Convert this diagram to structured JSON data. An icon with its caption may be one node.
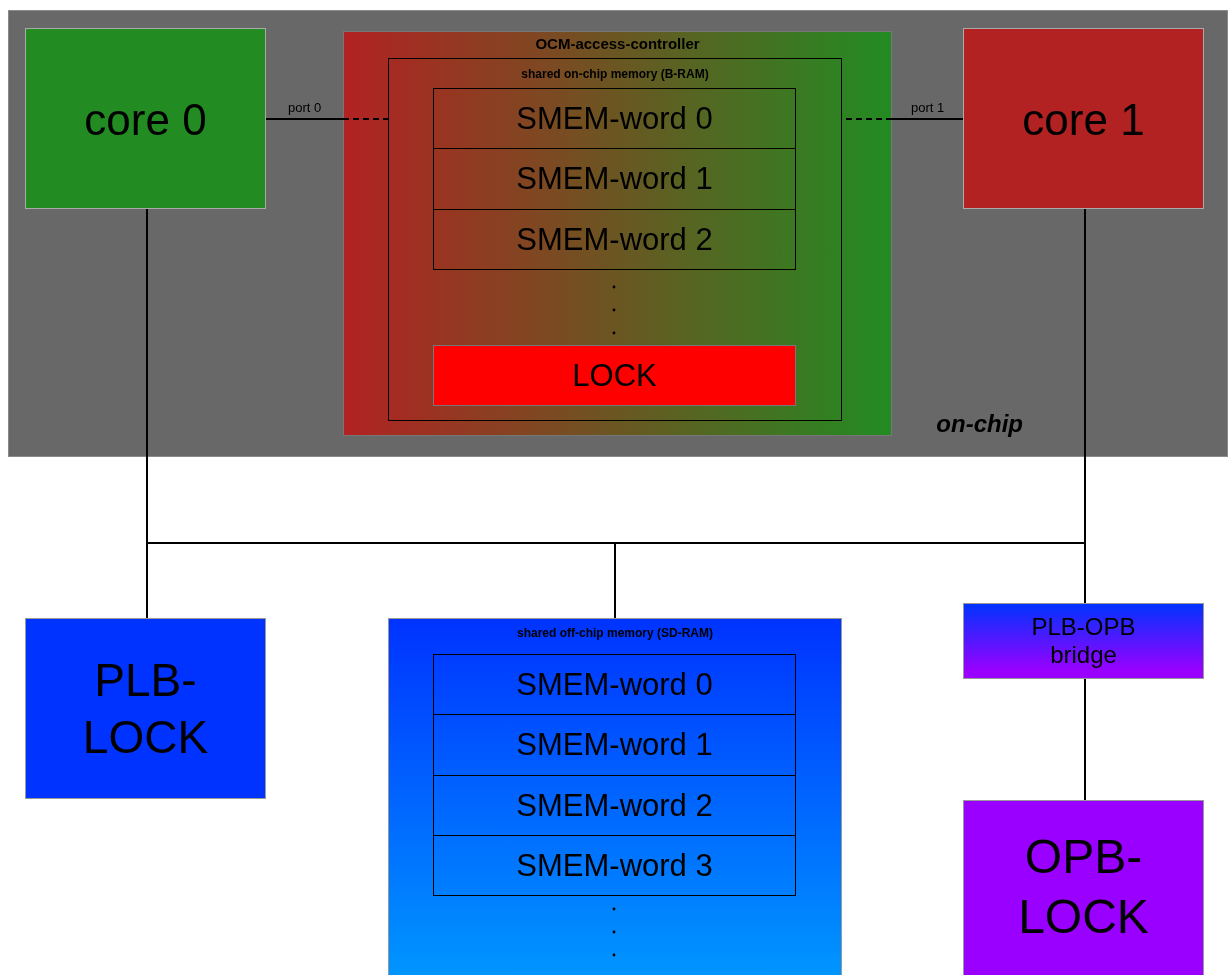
{
  "diagram": {
    "nodes": [
      {
        "text": [
          "on-chip"
        ]
      },
      {
        "text": [
          "core 0"
        ],
        "in": 0
      },
      {
        "text": [
          "OCM-access-controller"
        ],
        "in": 0
      },
      {
        "text": [
          "shared on-chip memory (B-RAM)"
        ],
        "in": 2
      },
      {
        "text": [
          "SMEM-word 0"
        ],
        "in": 3
      },
      {
        "text": [
          "SMEM-word 1"
        ],
        "in": 3
      },
      {
        "text": [
          "SMEM-word 2"
        ],
        "in": 3
      },
      {
        "text": [
          "LOCK"
        ],
        "in": 3
      },
      {
        "text": [
          "core 1"
        ],
        "in": 0
      },
      {
        "text": [
          "PLB-LOCK"
        ]
      },
      {
        "text": [
          "shared off-chip memory (SD-RAM)"
        ]
      },
      {
        "text": [
          "SMEM-word 0"
        ],
        "in": 10
      },
      {
        "text": [
          "SMEM-word 1"
        ],
        "in": 10
      },
      {
        "text": [
          "SMEM-word 2"
        ],
        "in": 10
      },
      {
        "text": [
          "SMEM-word 3"
        ],
        "in": 10
      },
      {
        "text": [
          "PLB-OPB bridge"
        ]
      },
      {
        "text": [
          "OPB-LOCK"
        ]
      }
    ],
    "edges": [
      {
        "from": 1,
        "to": 2,
        "arrow": "none",
        "label": "port 0"
      },
      {
        "from": 2,
        "to": 3,
        "arrow": "none",
        "style": "dashed"
      },
      {
        "from": 8,
        "to": 2,
        "arrow": "none",
        "label": "port 1"
      },
      {
        "from": 2,
        "to": 3,
        "arrow": "none",
        "style": "dashed"
      },
      {
        "from": 1,
        "to": 9,
        "arrow": "none"
      },
      {
        "from": 1,
        "to": 10,
        "arrow": "none"
      },
      {
        "from": 1,
        "to": 8,
        "arrow": "none"
      },
      {
        "from": 8,
        "to": 10,
        "arrow": "none"
      },
      {
        "from": 8,
        "to": 15,
        "arrow": "none"
      },
      {
        "from": 15,
        "to": 16,
        "arrow": "none"
      }
    ]
  }
}
